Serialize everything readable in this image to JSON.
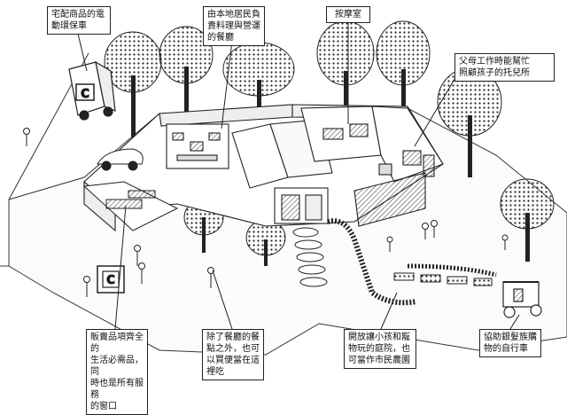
{
  "callouts": {
    "delivery": "宅配商品的電\n動環保車",
    "restaurant": "由本地居民負\n責料理與營運\n的餐廳",
    "massage": "按摩室",
    "childcare": "父母工作時能幫忙\n照顧孩子的托兒所",
    "shop": "販賣品項齊全的\n生活必需品，同\n時也是所有服務\n的窗口",
    "bento": "除了餐廳的餐\n點之外，也可\n以買便當在這\n裡吃",
    "garden": "開放讓小孩和寵\n物玩的庭院，也\n可當作市民農園",
    "bicycle": "協助銀髮族購\n物的自行車"
  },
  "signs": {
    "truck_logo": "C",
    "shop_logo": "C"
  }
}
